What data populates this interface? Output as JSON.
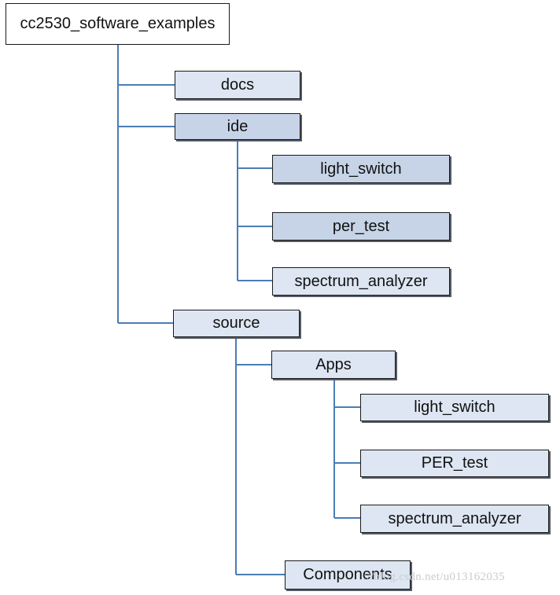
{
  "diagram": {
    "root": "cc2530_software_examples",
    "nodes": {
      "docs": "docs",
      "ide": "ide",
      "ide_light_switch": "light_switch",
      "ide_per_test": "per_test",
      "ide_spectrum_analyzer": "spectrum_analyzer",
      "source": "source",
      "apps": "Apps",
      "apps_light_switch": "light_switch",
      "apps_per_test": "PER_test",
      "apps_spectrum_analyzer": "spectrum_analyzer",
      "components": "Components"
    },
    "line_color": "#4a7db5",
    "box_fill": "#dde6f2"
  },
  "watermark": "://blog.csdn.net/u013162035"
}
